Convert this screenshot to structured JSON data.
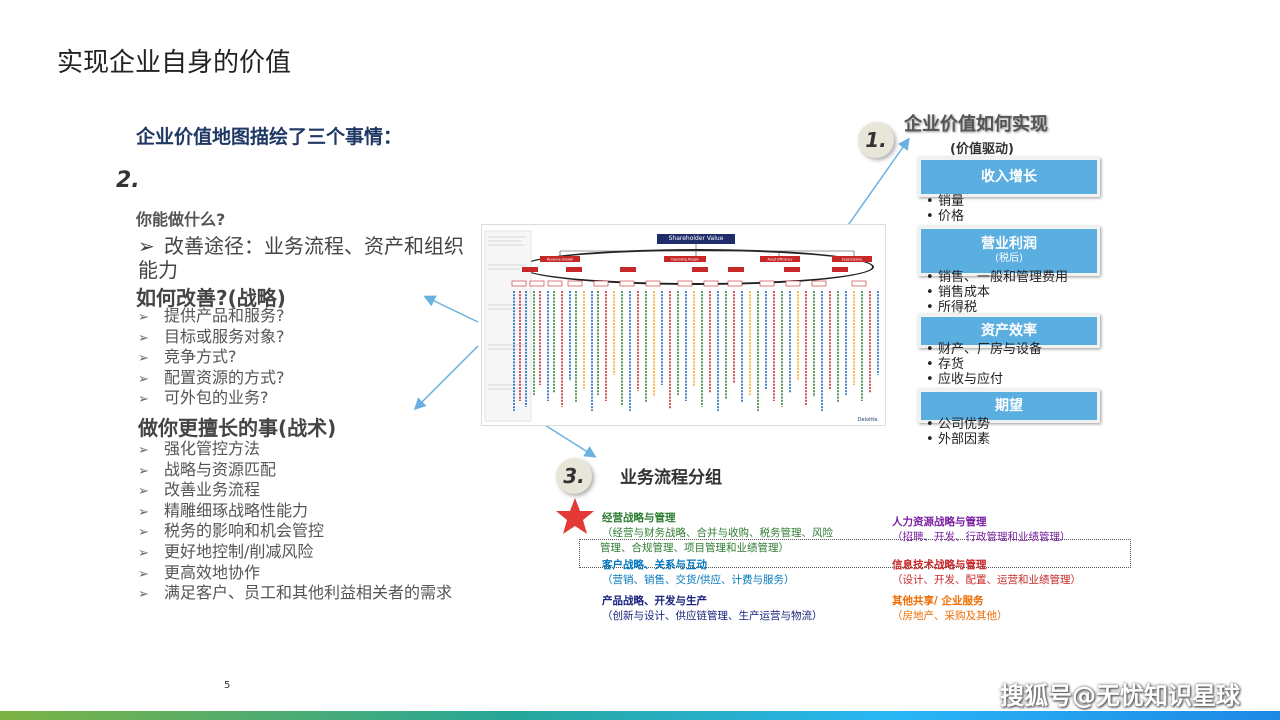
{
  "slide": {
    "title": "实现企业自身的价值",
    "page_number": "5",
    "watermark": "搜狐号@无忧知识星球"
  },
  "left": {
    "subtitle": "企业价值地图描绘了三个事情：",
    "num2": "2.",
    "q1": "你能做什么?",
    "q1_bullet": "改善途径：业务流程、资产和组织能力",
    "q2": "如何改善?(战略)",
    "q2_items": [
      "提供产品和服务?",
      "目标或服务对象?",
      "竞争方式?",
      "配置资源的方式?",
      "可外包的业务?"
    ],
    "q3": "做你更擅长的事(战术)",
    "q3_items": [
      "强化管控方法",
      "战略与资源匹配",
      "改善业务流程",
      "精雕细琢战略性能力",
      "税务的影响和机会管控",
      "更好地控制/削减风险",
      "更高效地协作",
      "满足客户、员工和其他利益相关者的需求"
    ]
  },
  "value_map": {
    "title": "Shareholder Value",
    "nodes": [
      "Revenue Growth",
      "Operating Margin",
      "Asset Efficiency",
      "Expectations"
    ],
    "brand": "Deloitte."
  },
  "right": {
    "num1": "1.",
    "title": "企业价值如何实现",
    "subtitle": "(价值驱动)",
    "boxes": [
      {
        "label": "收入增长",
        "sub": "",
        "items": [
          "销量",
          "价格"
        ]
      },
      {
        "label": "营业利润",
        "sub": "(税后)",
        "items": [
          "销售、一般和管理费用",
          "销售成本",
          "所得税"
        ]
      },
      {
        "label": "资产效率",
        "sub": "",
        "items": [
          "财产、厂房与设备",
          "存货",
          "应收与应付"
        ]
      },
      {
        "label": "期望",
        "sub": "",
        "items": [
          "公司优势",
          "外部因素"
        ]
      }
    ]
  },
  "process": {
    "num3": "3.",
    "title": "业务流程分组",
    "groups": [
      {
        "title": "经营战略与管理",
        "desc": "（经营与财务战略、合并与收购、税务管理、风险",
        "desc2": "管理、合规管理、项目管理和业绩管理）",
        "color": "#2e7d32"
      },
      {
        "title": "人力资源战略与管理",
        "desc": "（招聘、开发、行政管理和业绩管理）",
        "desc2": "",
        "color": "#7b1fa2"
      },
      {
        "title": "客户战略、关系与互动",
        "desc": "（营销、销售、交货/供应、计费与服务）",
        "desc2": "",
        "color": "#0277bd"
      },
      {
        "title": "信息技术战略与管理",
        "desc": "（设计、开发、配置、运营和业绩管理）",
        "desc2": "",
        "color": "#c62828"
      },
      {
        "title": "产品战略、开发与生产",
        "desc": "（创新与设计、供应链管理、生产运营与物流）",
        "desc2": "",
        "color": "#1a237e"
      },
      {
        "title": "其他共享/ 企业服务",
        "desc": "（房地产、采购及其他）",
        "desc2": "",
        "color": "#ef6c00"
      }
    ]
  },
  "colors": {
    "accent_blue": "#5aaee0",
    "title_navy": "#1f3864",
    "star_red": "#e53935",
    "connector_blue": "#6ab0e0"
  }
}
